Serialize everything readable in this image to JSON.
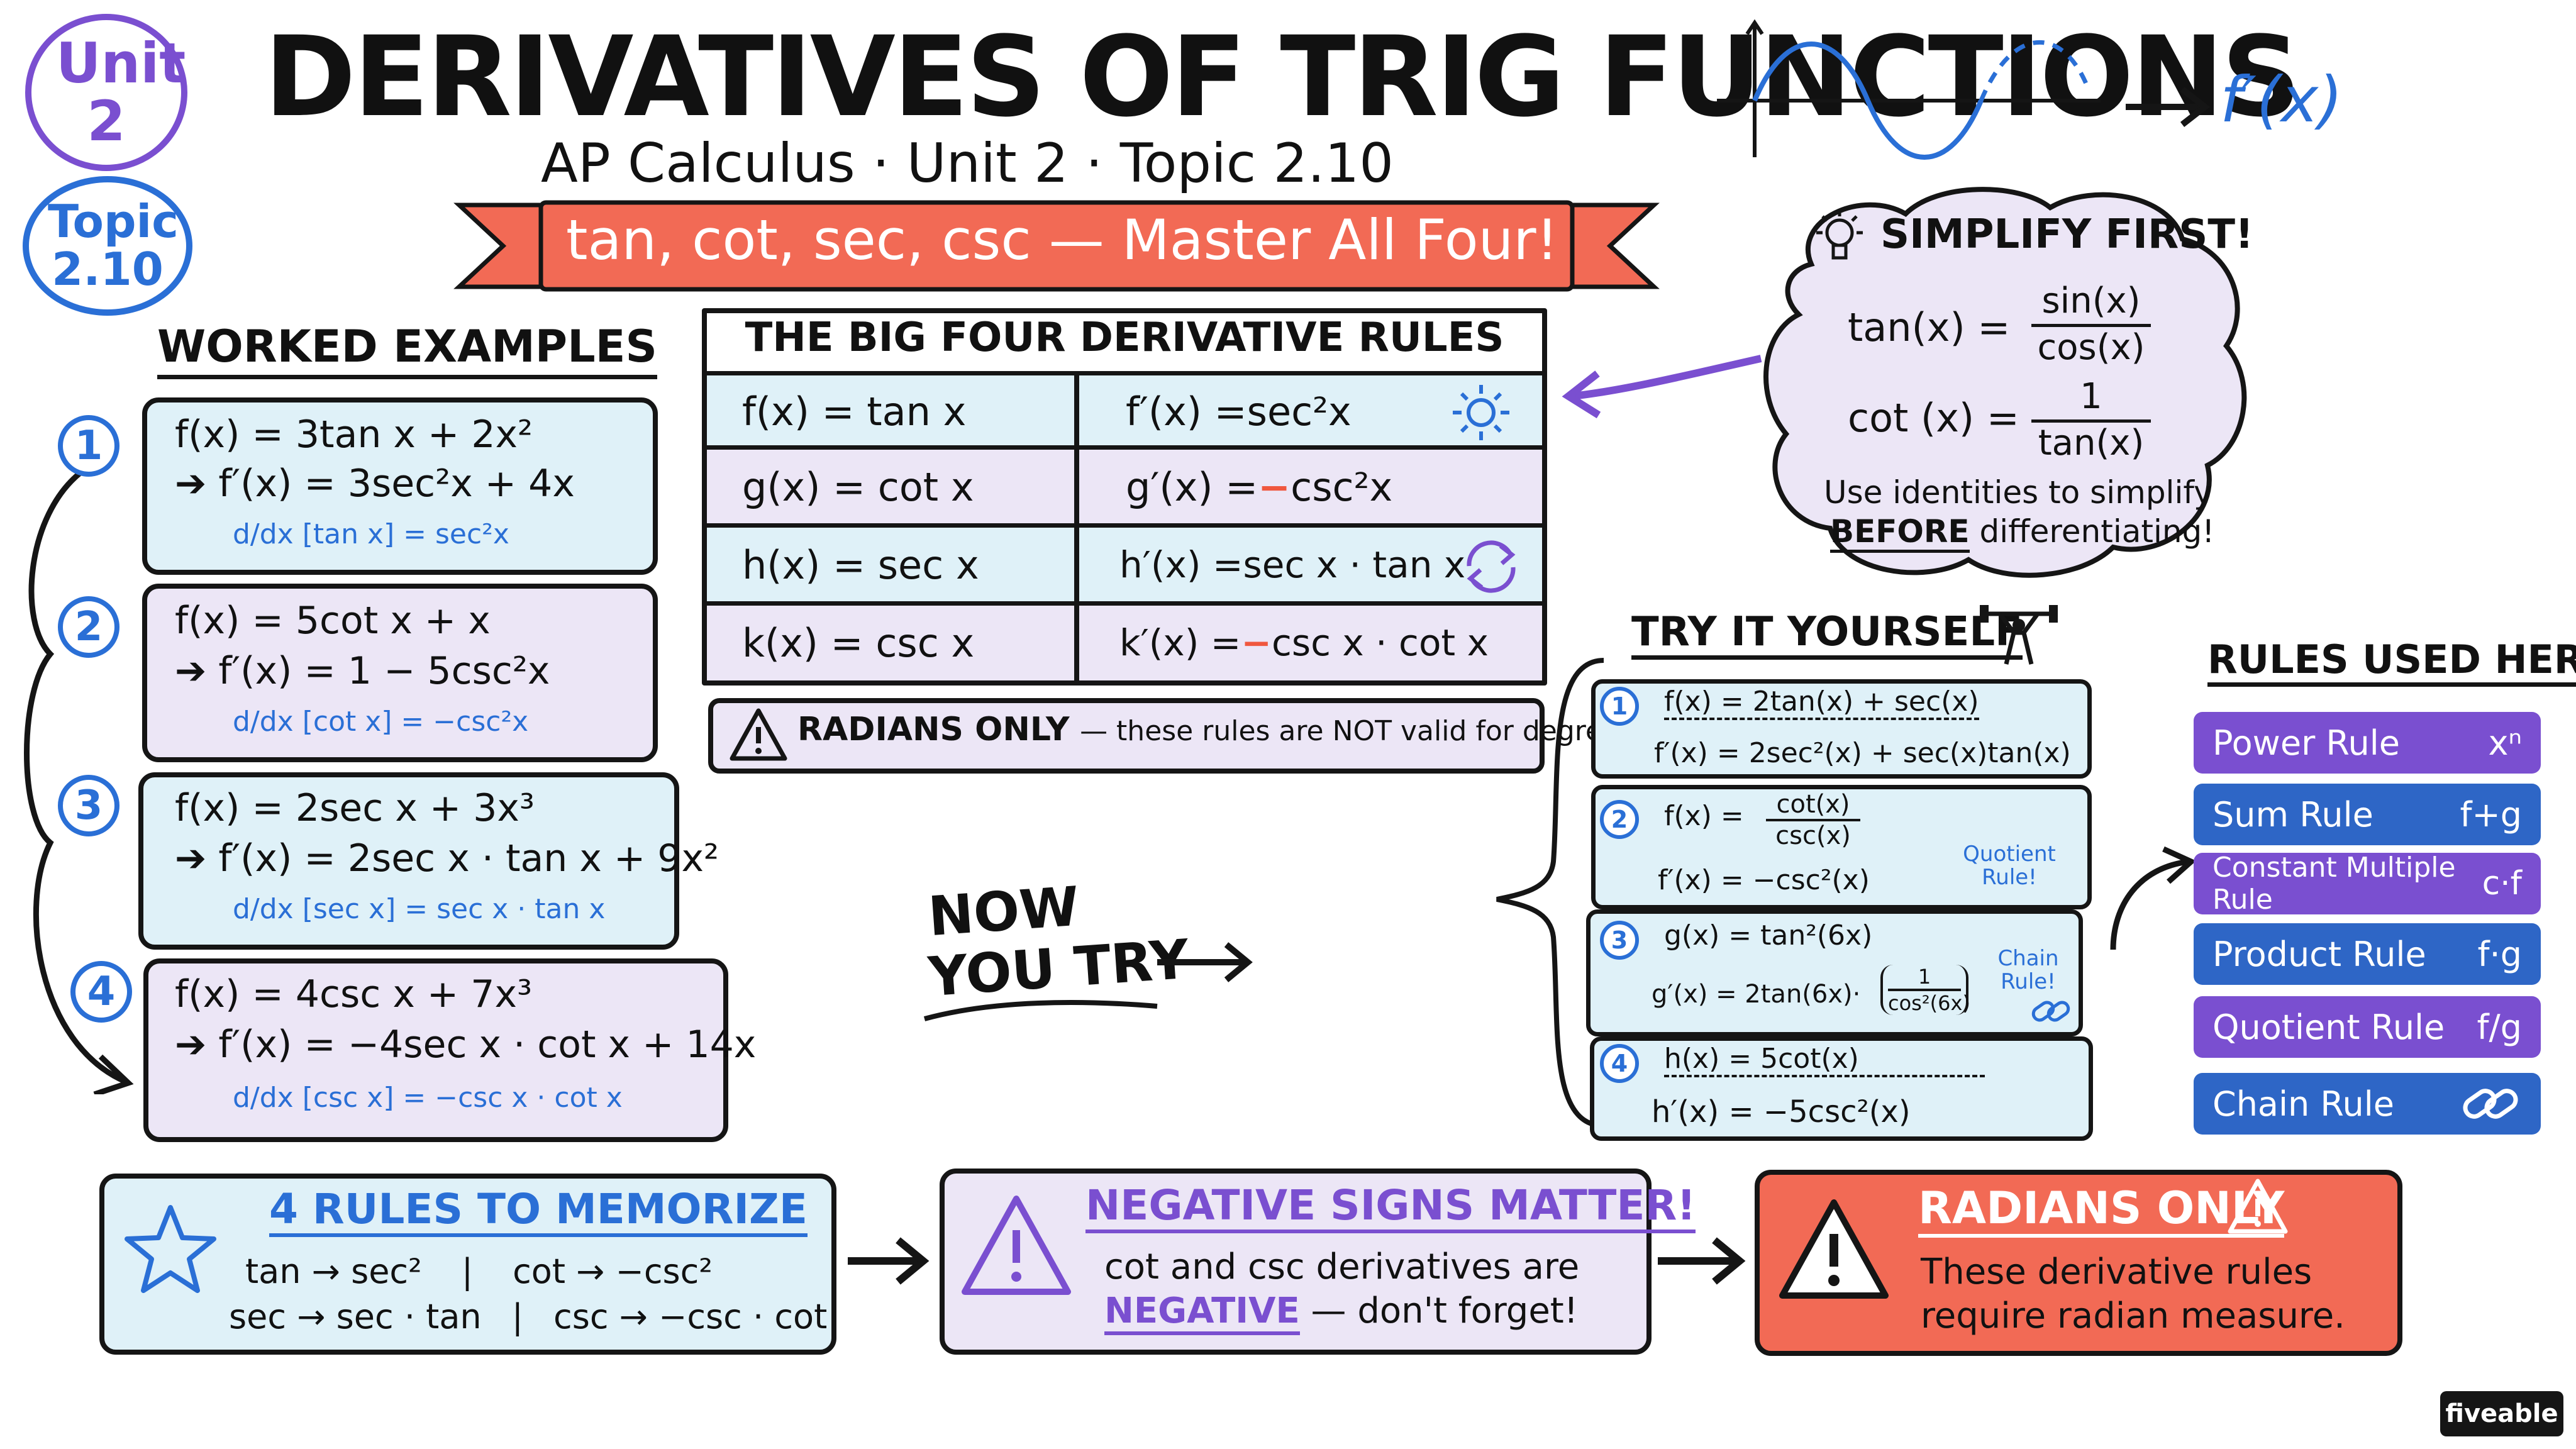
{
  "badges": {
    "unit": "Unit 2",
    "topic": "Topic 2.10"
  },
  "header": {
    "title": "DERIVATIVES OF TRIG FUNCTIONS",
    "subtitle": "AP Calculus · Unit 2 · Topic 2.10",
    "banner": "tan, cot, sec, csc — Master All Four!",
    "derivative_label": "f′(x)"
  },
  "worked": {
    "heading": "WORKED EXAMPLES",
    "examples": [
      {
        "num": "1",
        "f": "f(x) = 3tan x + 2x²",
        "fp": "➔ f′(x) = 3sec²x + 4x",
        "rule": "d/dx [tan x] = sec²x"
      },
      {
        "num": "2",
        "f": "f(x) = 5cot x + x",
        "fp": "➔ f′(x) = 1 − 5csc²x",
        "rule": "d/dx [cot x] = −csc²x"
      },
      {
        "num": "3",
        "f": "f(x) = 2sec x + 3x³",
        "fp": "➔ f′(x) = 2sec x · tan x + 9x²",
        "rule": "d/dx [sec x] = sec x · tan x"
      },
      {
        "num": "4",
        "f": "f(x) = 4csc x + 7x³",
        "fp": "➔ f′(x) = −4sec x · cot x + 14x",
        "rule": "d/dx [csc x] = −csc x · cot x"
      }
    ]
  },
  "table": {
    "heading": "THE BIG FOUR DERIVATIVE RULES",
    "rows": [
      {
        "left": "f(x) = tan x",
        "right_a": "f′(x) = ",
        "neg": "",
        "right_b": "sec²x",
        "icon": "sun-icon"
      },
      {
        "left": "g(x) = cot x",
        "right_a": "g′(x) = ",
        "neg": "−",
        "right_b": "csc²x",
        "icon": ""
      },
      {
        "left": "h(x) = sec x",
        "right_a": "h′(x) = ",
        "neg": "",
        "right_b": "sec x · tan x",
        "icon": "cycle-arrows-icon"
      },
      {
        "left": "k(x) = csc x",
        "right_a": "k′(x) = ",
        "neg": "−",
        "right_b": "csc x · cot x",
        "icon": ""
      }
    ],
    "warning_bold": "RADIANS ONLY",
    "warning_rest": "— these rules are NOT valid for degrees!"
  },
  "simplify": {
    "heading": "SIMPLIFY FIRST!",
    "tan_lhs": "tan(x) =",
    "tan_num": "sin(x)",
    "tan_den": "cos(x)",
    "cot_lhs": "cot (x) =",
    "cot_num": "1",
    "cot_den": "tan(x)",
    "note_line1": "Use identities to simplify",
    "note_bold": "BEFORE",
    "note_line2": " differentiating!"
  },
  "now_you_try": {
    "line1": "NOW",
    "line2": "YOU TRY"
  },
  "try": {
    "heading": "TRY IT YOURSELF",
    "items": [
      {
        "num": "1",
        "q": "f(x) = 2tan(x) + sec(x)",
        "a": "f′(x) = 2sec²(x) + sec(x)tan(x)"
      },
      {
        "num": "2",
        "q_lhs": "f(x) =",
        "q_num": "cot(x)",
        "q_den": "csc(x)",
        "a": "f′(x) = −csc²(x)",
        "note": "Quotient Rule!"
      },
      {
        "num": "3",
        "q": "g(x) = tan²(6x)",
        "a_lhs": "g′(x) = 2tan(6x)·",
        "a_num": "1",
        "a_den": "cos²(6x)",
        "note": "Chain Rule!"
      },
      {
        "num": "4",
        "q": "h(x) = 5cot(x)",
        "a": "h′(x) = −5csc²(x)"
      }
    ]
  },
  "rules_used": {
    "heading": "RULES USED HERE",
    "items": [
      {
        "label": "Power Rule",
        "sym": "xⁿ",
        "color": "purple"
      },
      {
        "label": "Sum Rule",
        "sym": "f+g",
        "color": "blue"
      },
      {
        "label": "Constant Multiple Rule",
        "sym": "c·f",
        "color": "purple"
      },
      {
        "label": "Product Rule",
        "sym": "f·g",
        "color": "blue"
      },
      {
        "label": "Quotient Rule",
        "sym": "f/g",
        "color": "purple"
      },
      {
        "label": "Chain Rule",
        "sym": "",
        "color": "blue"
      }
    ]
  },
  "bottom": {
    "memorize_title": "4 RULES TO MEMORIZE",
    "memorize_l1a": "tan → sec²",
    "memorize_l1b": "cot → −csc²",
    "memorize_l2a": "sec → sec · tan",
    "memorize_l2b": "csc → −csc · cot",
    "neg_title": "NEGATIVE SIGNS MATTER!",
    "neg_l1": "cot and csc derivatives are",
    "neg_bold": "NEGATIVE",
    "neg_l2": " — don't forget!",
    "rad_title": "RADIANS ONLY",
    "rad_l1": "These derivative rules",
    "rad_l2": "require radian measure."
  },
  "brand": "fiveable",
  "colors": {
    "blue_accent": "#2a6fd6",
    "purple_accent": "#7a4fd0",
    "banner_red": "#f26a55",
    "neg_red": "#f0573e"
  }
}
